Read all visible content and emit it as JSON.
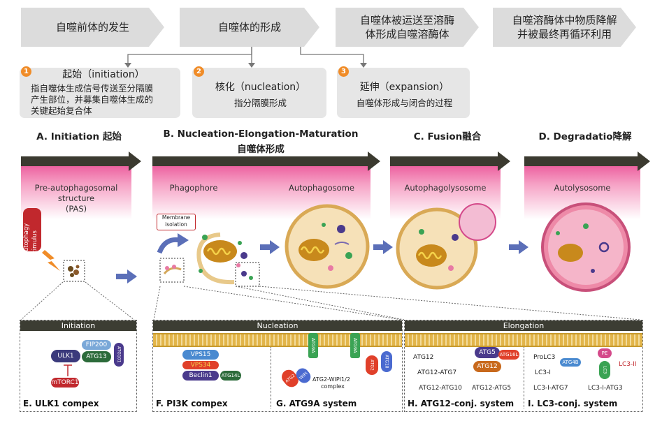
{
  "process_steps": [
    {
      "text": "自噬前体的发生"
    },
    {
      "text": "自噬体的形成"
    },
    {
      "line1": "自噬体被运送至溶酶",
      "line2": "体形成自噬溶酶体"
    },
    {
      "line1": "自噬溶酶体中物质降解",
      "line2": "并被最终再循环利用"
    }
  ],
  "sub_steps": [
    {
      "num": "1",
      "title": "起始（initiation）",
      "line1": "指自噬体生成信号传送至分隔膜",
      "line2": "产生部位，并募集自噬体生成的",
      "line3": "关键起始复合体"
    },
    {
      "num": "2",
      "title": "核化（nucleation）",
      "line1": "指分隔膜形成"
    },
    {
      "num": "3",
      "title": "延伸（expansion）",
      "line1": "自噬体形成与闭合的过程"
    }
  ],
  "sections": {
    "a": "A. Initiation 起始",
    "b_line1": "B. Nucleation-Elongation-Maturation",
    "b_line2": "自噬体形成",
    "c": "C. Fusion融合",
    "d": "D. Degradatio降解"
  },
  "stages": {
    "pas_line1": "Pre-autophagosomal",
    "pas_line2": "structure",
    "pas_line3": "(PAS)",
    "phagophore": "Phagophore",
    "autophagosome": "Autophagosome",
    "autophagolysosome": "Autophagolysosome",
    "autolysosome": "Autolysosome",
    "stimulus_line1": "Autophagy",
    "stimulus_line2": "stimulus",
    "membrane_line1": "Membrane",
    "membrane_line2": "isolation"
  },
  "panels": {
    "initiation_head": "Initiation",
    "nucleation_head": "Nucleation",
    "elongation_head": "Elongation",
    "e_label": "E. ULK1 compex",
    "f_label": "F. PI3K compex",
    "g_label": "G. ATG9A system",
    "h_label": "H. ATG12-conj. system",
    "i_label": "I. LC3-conj. system"
  },
  "proteins": {
    "ulk1": "ULK1",
    "fip200": "FIP200",
    "atg13": "ATG13",
    "atg101": "ATG101",
    "mtorc1": "mTORC1",
    "vps15": "VPS15",
    "vps34": "VPS34",
    "beclin1": "Beclin1",
    "atg14l": "ATG14L",
    "atg9a": "ATG9A",
    "atg2": "ATG2",
    "atg18": "ATG18",
    "wipi": "WIPI",
    "atg2_wipi_line1": "ATG2-WIPI1/2",
    "atg2_wipi_line2": "complex",
    "atg12": "ATG12",
    "atg12_atg7": "ATG12-ATG7",
    "atg12_atg10": "ATG12-ATG10",
    "atg12_atg5": "ATG12-ATG5",
    "atg5": "ATG5",
    "atg16l": "ATG16L",
    "prolc3": "ProLC3",
    "lc3_i": "LC3-I",
    "lc3_atg7": "LC3-I-ATG7",
    "lc3_atg3": "LC3-I-ATG3",
    "atg4b": "ATG4B",
    "pe": "PE",
    "lc3": "LC3",
    "lc3_ii": "LC3-II"
  },
  "colors": {
    "chevron": "#dcdcdc",
    "step_box": "#e6e6e6",
    "step_num": "#f08c28",
    "band_pink": "#e8418d",
    "band_bar": "#3b3a30",
    "flow_arrow": "#5b6fb8",
    "panel_head": "#3c3d33",
    "membrane": "#e2b54a"
  }
}
